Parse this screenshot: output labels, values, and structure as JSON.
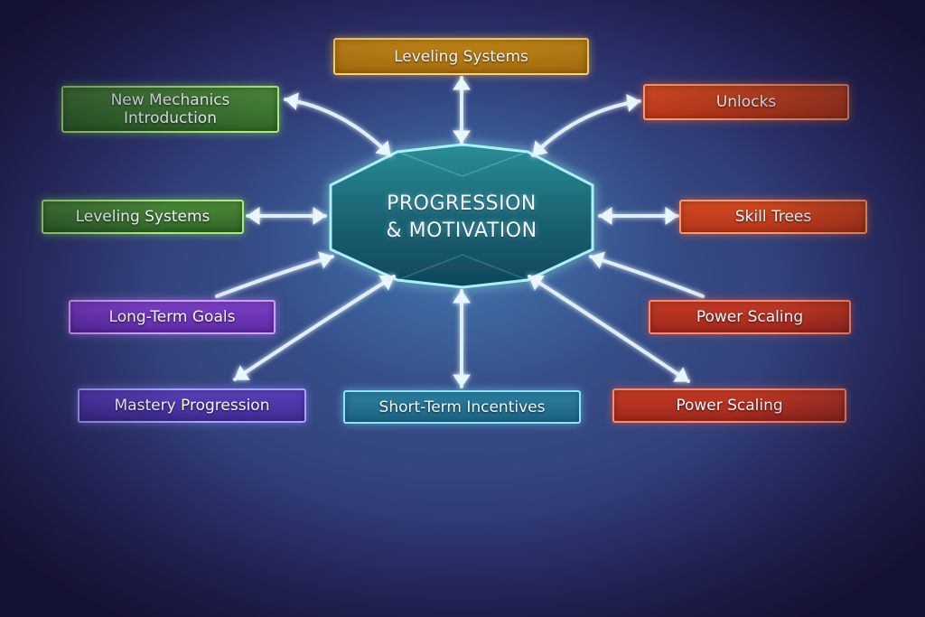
{
  "center": {
    "label": "PROGRESSION\n& MOTIVATION"
  },
  "nodes": {
    "leveling_top": "Leveling Systems",
    "new_mechanics": "New Mechanics\nIntroduction",
    "unlocks": "Unlocks",
    "leveling_left": "Leveling Systems",
    "skill_trees": "Skill Trees",
    "long_term_goals": "Long-Term Goals",
    "power_scaling_upper": "Power Scaling",
    "mastery_progression": "Mastery Progression",
    "short_term_incentives": "Short-Term Incentives",
    "power_scaling_lower": "Power Scaling"
  },
  "colors": {
    "green": "#3f7d31",
    "orange": "#c4851a",
    "red": "#cf4520",
    "purple": "#6e35b8",
    "indigo": "#4d37a8",
    "teal": "#247395",
    "hub": "#1c6a78",
    "arrow": "#e8f6ff"
  }
}
